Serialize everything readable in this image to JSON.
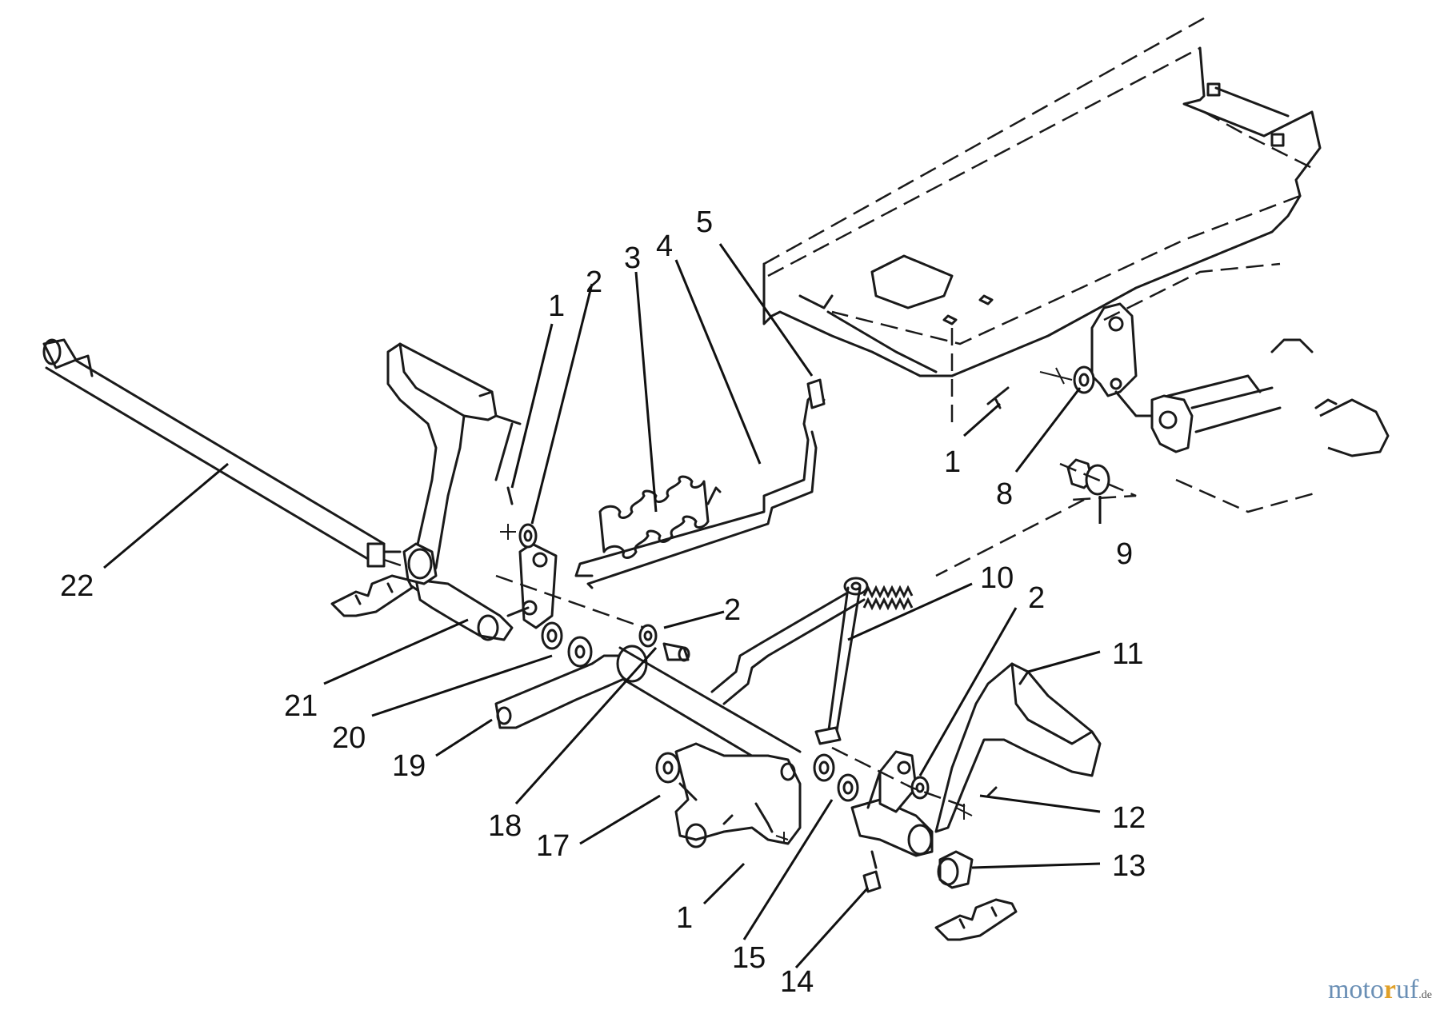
{
  "diagram": {
    "labels": [
      {
        "id": "l22",
        "text": "22"
      },
      {
        "id": "l1a",
        "text": "1"
      },
      {
        "id": "l2a",
        "text": "2"
      },
      {
        "id": "l3",
        "text": "3"
      },
      {
        "id": "l4",
        "text": "4"
      },
      {
        "id": "l5",
        "text": "5"
      },
      {
        "id": "l1b",
        "text": "1"
      },
      {
        "id": "l8",
        "text": "8"
      },
      {
        "id": "l9",
        "text": "9"
      },
      {
        "id": "l10",
        "text": "10"
      },
      {
        "id": "l2b",
        "text": "2"
      },
      {
        "id": "l2c",
        "text": "2"
      },
      {
        "id": "l11",
        "text": "11"
      },
      {
        "id": "l21",
        "text": "21"
      },
      {
        "id": "l20",
        "text": "20"
      },
      {
        "id": "l19",
        "text": "19"
      },
      {
        "id": "l18",
        "text": "18"
      },
      {
        "id": "l17",
        "text": "17"
      },
      {
        "id": "l12",
        "text": "12"
      },
      {
        "id": "l13",
        "text": "13"
      },
      {
        "id": "l1c",
        "text": "1"
      },
      {
        "id": "l15",
        "text": "15"
      },
      {
        "id": "l14",
        "text": "14"
      }
    ]
  },
  "watermark": {
    "part1": "moto",
    "part2": "r",
    "part3": "uf",
    "part4": ".de"
  }
}
